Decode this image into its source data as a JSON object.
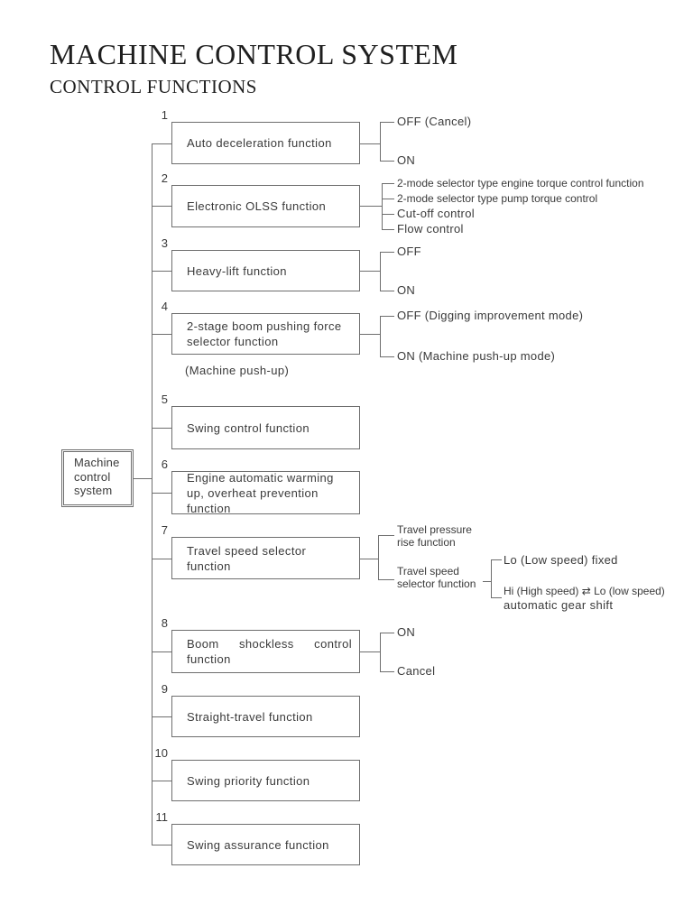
{
  "page": {
    "title": "MACHINE CONTROL SYSTEM",
    "subtitle": "CONTROL FUNCTIONS"
  },
  "colors": {
    "line": "#6e6e6e",
    "text": "#3a3a3a"
  },
  "root": {
    "label": "Machine control system"
  },
  "functions": [
    {
      "number": "1",
      "label": "Auto deceleration function",
      "branches": [
        {
          "label": "OFF (Cancel)"
        },
        {
          "label": "ON"
        }
      ]
    },
    {
      "number": "2",
      "label": "Electronic OLSS function",
      "branches": [
        {
          "label": "2-mode selector type engine torque control function"
        },
        {
          "label": "2-mode selector type pump torque control"
        },
        {
          "label": "Cut-off control"
        },
        {
          "label": "Flow control"
        }
      ]
    },
    {
      "number": "3",
      "label": "Heavy-lift function",
      "branches": [
        {
          "label": "OFF"
        },
        {
          "label": "ON"
        }
      ]
    },
    {
      "number": "4",
      "label": "2-stage boom pushing force selector function",
      "note": "(Machine push-up)",
      "branches": [
        {
          "label": "OFF (Digging improvement mode)"
        },
        {
          "label": "ON (Machine push-up mode)"
        }
      ]
    },
    {
      "number": "5",
      "label": "Swing control function",
      "branches": []
    },
    {
      "number": "6",
      "label": "Engine automatic warming up, overheat prevention function",
      "branches": []
    },
    {
      "number": "7",
      "label": "Travel speed selector function",
      "branches": [
        {
          "label": "Travel pressure rise function"
        },
        {
          "label": "Travel speed selector function",
          "children": [
            {
              "label": "Lo (Low speed) fixed"
            },
            {
              "lines": [
                "Hi (High speed) ⇄ Lo (low speed)",
                "automatic gear shift"
              ]
            }
          ]
        }
      ]
    },
    {
      "number": "8",
      "label": "Boom shockless control function",
      "branches": [
        {
          "label": "ON"
        },
        {
          "label": "Cancel"
        }
      ]
    },
    {
      "number": "9",
      "label": "Straight-travel function",
      "branches": []
    },
    {
      "number": "10",
      "label": "Swing priority function",
      "branches": []
    },
    {
      "number": "11",
      "label": "Swing assurance function",
      "branches": []
    }
  ]
}
